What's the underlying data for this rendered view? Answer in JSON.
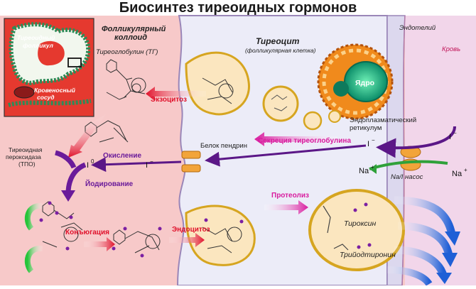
{
  "title": "Биосинтез тиреоидных гормонов",
  "labels": {
    "follicular_colloid_line1": "Фолликулярный",
    "follicular_colloid_line2": "коллоид",
    "thyroglobulin": "Тиреоглобулин (ТГ)",
    "thyrocyte": "Тиреоцит",
    "thyrocyte_sub": "(фолликулярная клетка)",
    "endothelium": "Эндотелий",
    "blood": "Кровь",
    "nucleus": "Ядро",
    "er_line1": "Эндоплазматический",
    "er_line2": "ретикулум",
    "pendrin": "Белок пендрин",
    "tg_secretion": "Секреция тиреоглобулина",
    "exocytosis": "Экзоцитоз",
    "tpo_line1": "Тиреоидная",
    "tpo_line2": "пероксидаза",
    "tpo_line3": "(ТПО)",
    "oxidation": "Окисление",
    "iodination": "Йодирование",
    "na_i_pump": "Na/I насос",
    "proteolysis": "Протеолиз",
    "conjugation": "Конъюгация",
    "endocytosis": "Эндоцитоз",
    "thyroxine": "Тироксин",
    "triiodothyronine": "Трийодтиронин",
    "i_minus": "I",
    "i_zero": "I",
    "na_plus": "Na",
    "minus_sup": "−",
    "zero_sup": "0",
    "plus_sup": "+"
  },
  "inset": {
    "follicle_line1": "Тиреоидный",
    "follicle_line2": "фолликул",
    "vessel_line1": "Кровеносный",
    "vessel_line2": "сосуд"
  },
  "colors": {
    "blood_pink": "#f7c9c9",
    "cell_purple": "#ececf8",
    "colloid": "#fbe6bf",
    "exocytosis_red": "#e0102a",
    "iodide_purple": "#6a1b9a",
    "secretion_magenta": "#d81b9e",
    "hormone_blue": "#2f6fe0",
    "nucleus_teal": "#1aa07a",
    "er_orange": "#ee8a1c"
  }
}
